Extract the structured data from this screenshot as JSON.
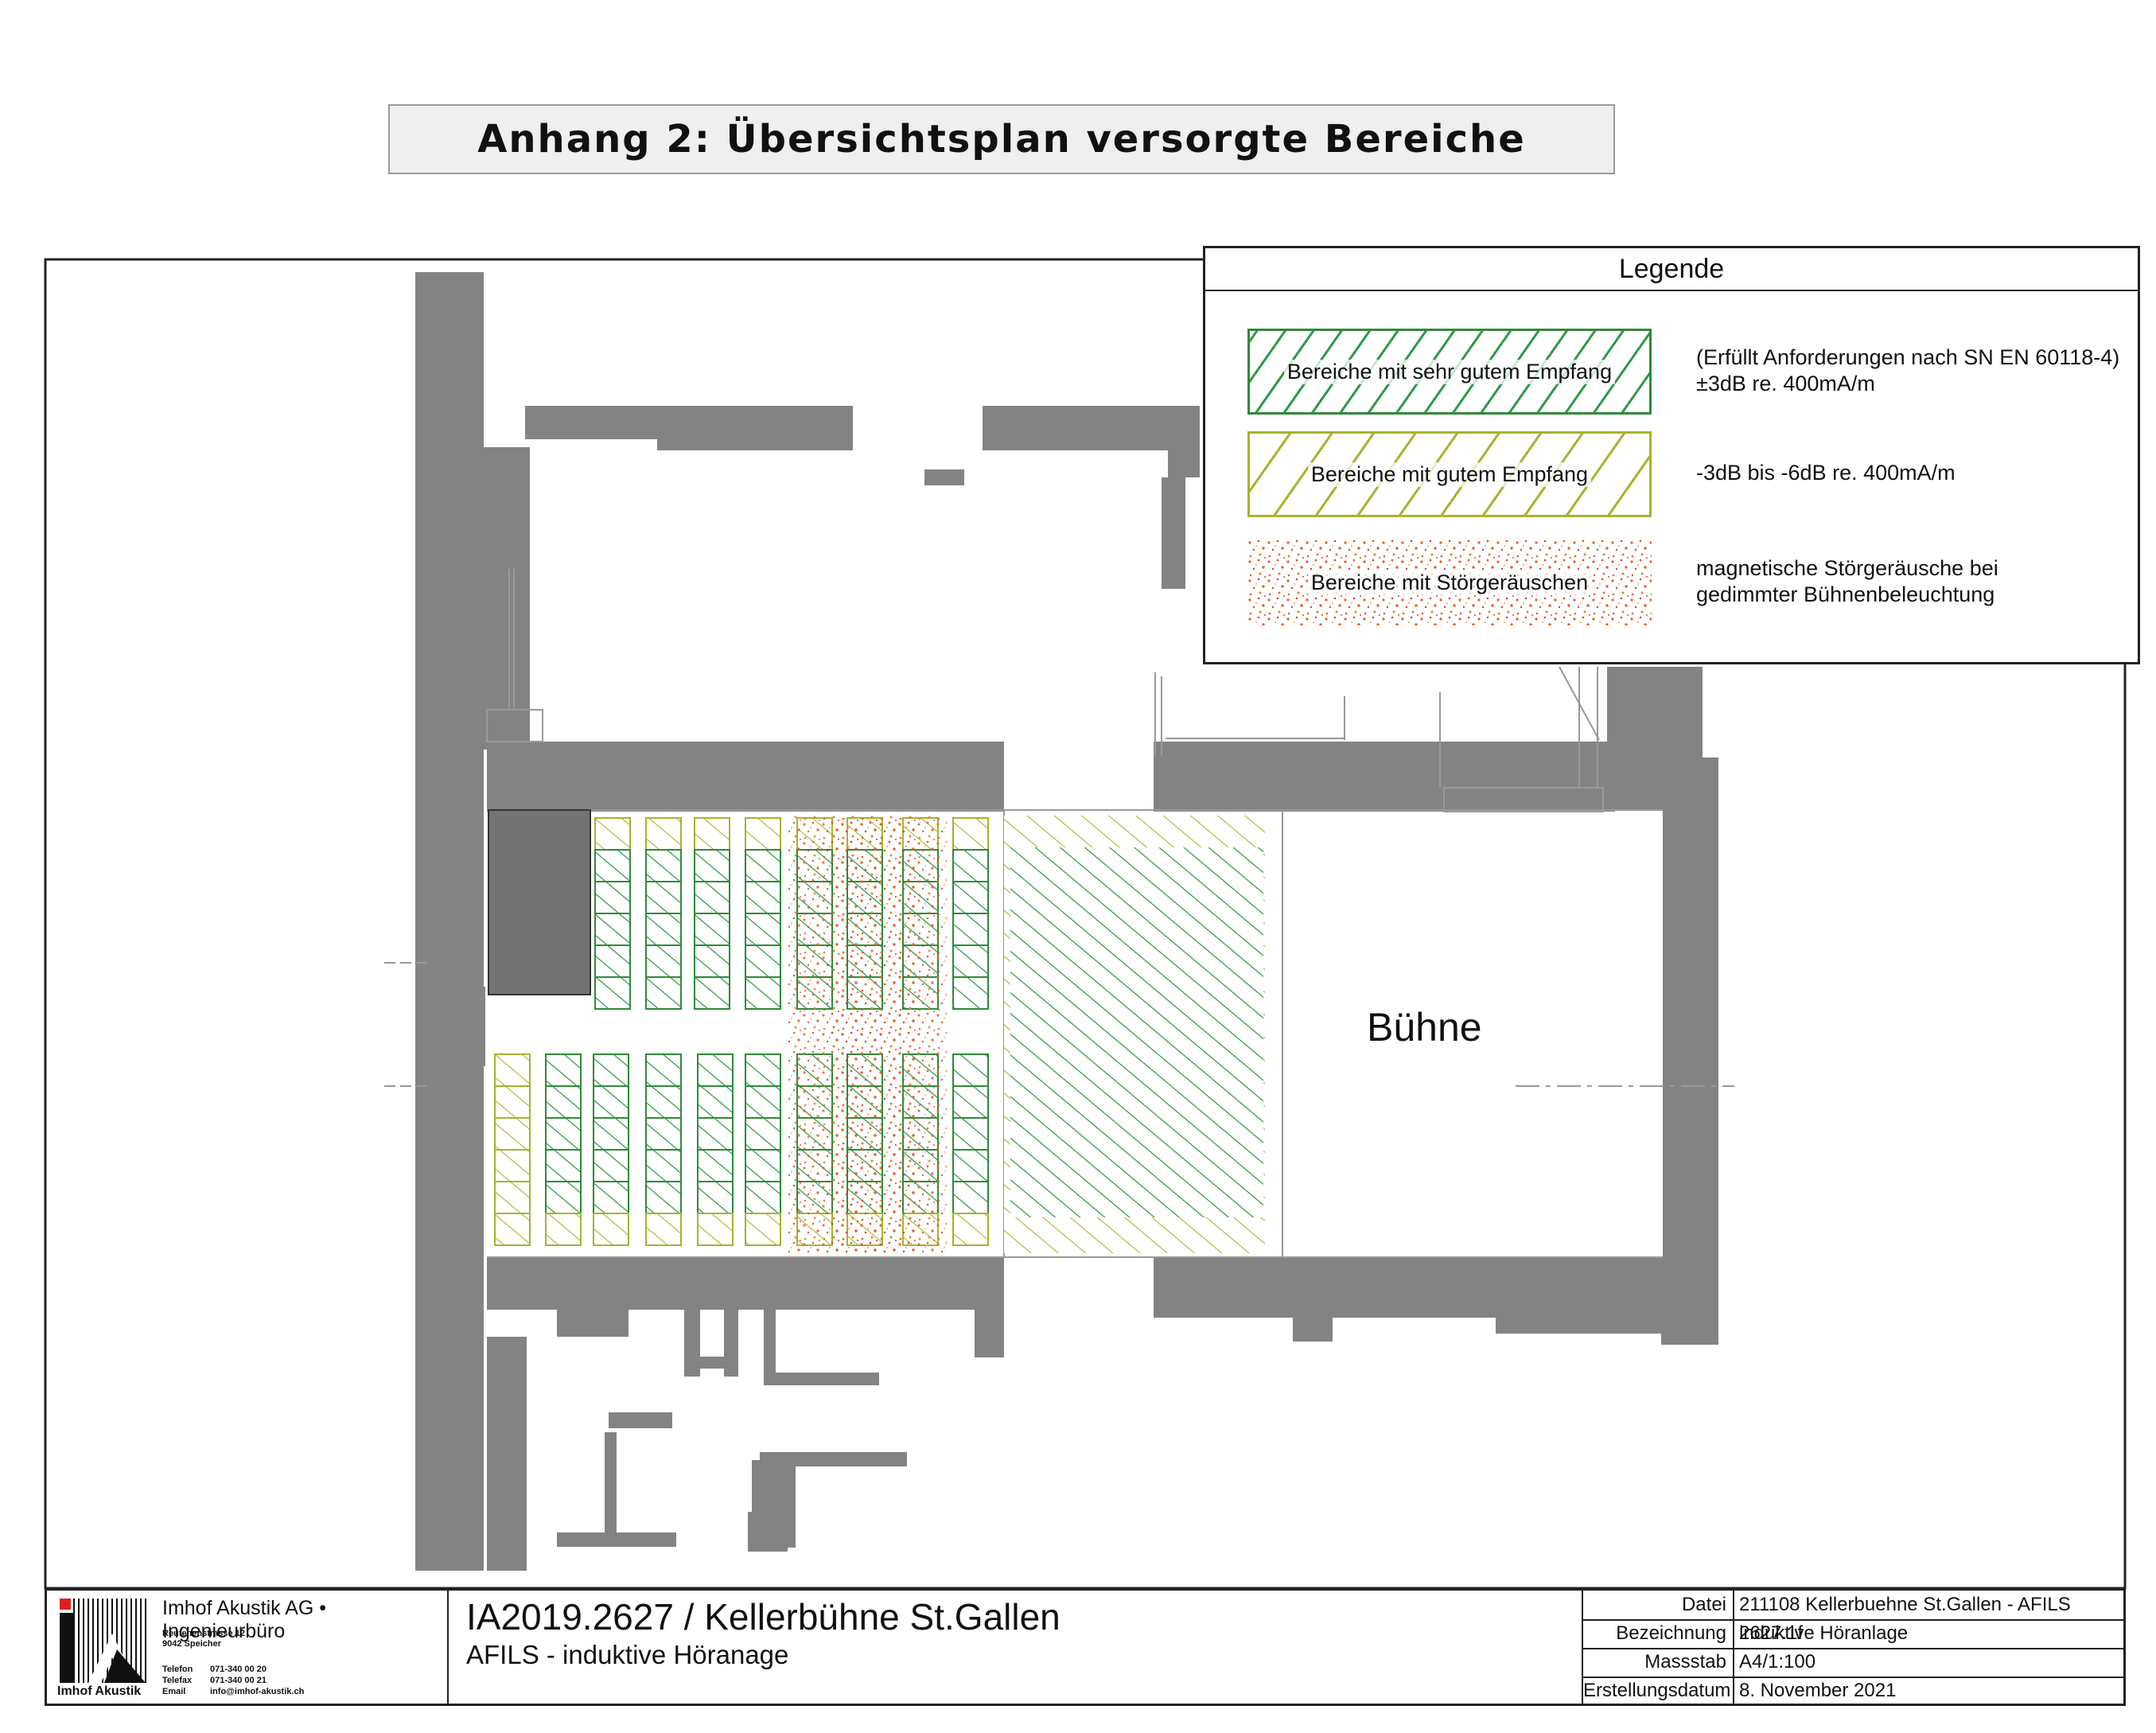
{
  "heading": "Anhang 2: Übersichtsplan versorgte Bereiche",
  "legend": {
    "title": "Legende",
    "items": [
      {
        "label": "Bereiche mit sehr gutem Empfang",
        "desc_1": "(Erfüllt Anforderungen nach SN EN 60118-4)",
        "desc_2": "±3dB re. 400mA/m"
      },
      {
        "label": "Bereiche mit gutem Empfang",
        "desc_1": "-3dB bis -6dB re. 400mA/m",
        "desc_2": ""
      },
      {
        "label": "Bereiche mit Störgeräuschen",
        "desc_1": "magnetische Störgeräusche bei",
        "desc_2": "gedimmter Bühnenbeleuchtung"
      }
    ],
    "colors": {
      "very_good": "#2e9a44",
      "good": "#a8b22e",
      "noise": "#e0622a"
    }
  },
  "plan": {
    "stage_label": "Bühne",
    "wall_color": "#838383"
  },
  "titleblock": {
    "company": "Imhof Akustik AG • Ingenieurbüro",
    "address_1": "Reutenenstrasse 12",
    "address_2": "9042 Speicher",
    "phone_key": "Telefon",
    "phone": "071-340 00 20",
    "fax_key": "Telefax",
    "fax": "071-340 00 21",
    "email_key": "Email",
    "email": "info@imhof-akustik.ch",
    "logo_text": "Imhof Akustik",
    "project_title": "IA2019.2627 / Kellerbühne St.Gallen",
    "project_subtitle": "AFILS - induktive Höranage",
    "rows": [
      {
        "key": "Datei",
        "value": "211108 Kellerbuehne St.Gallen - AFILS 2627.1f"
      },
      {
        "key": "Bezeichnung",
        "value": "induktive Höranlage"
      },
      {
        "key": "Massstab",
        "value": "A4/1:100"
      },
      {
        "key": "Erstellungsdatum",
        "value": "8. November 2021"
      }
    ]
  }
}
